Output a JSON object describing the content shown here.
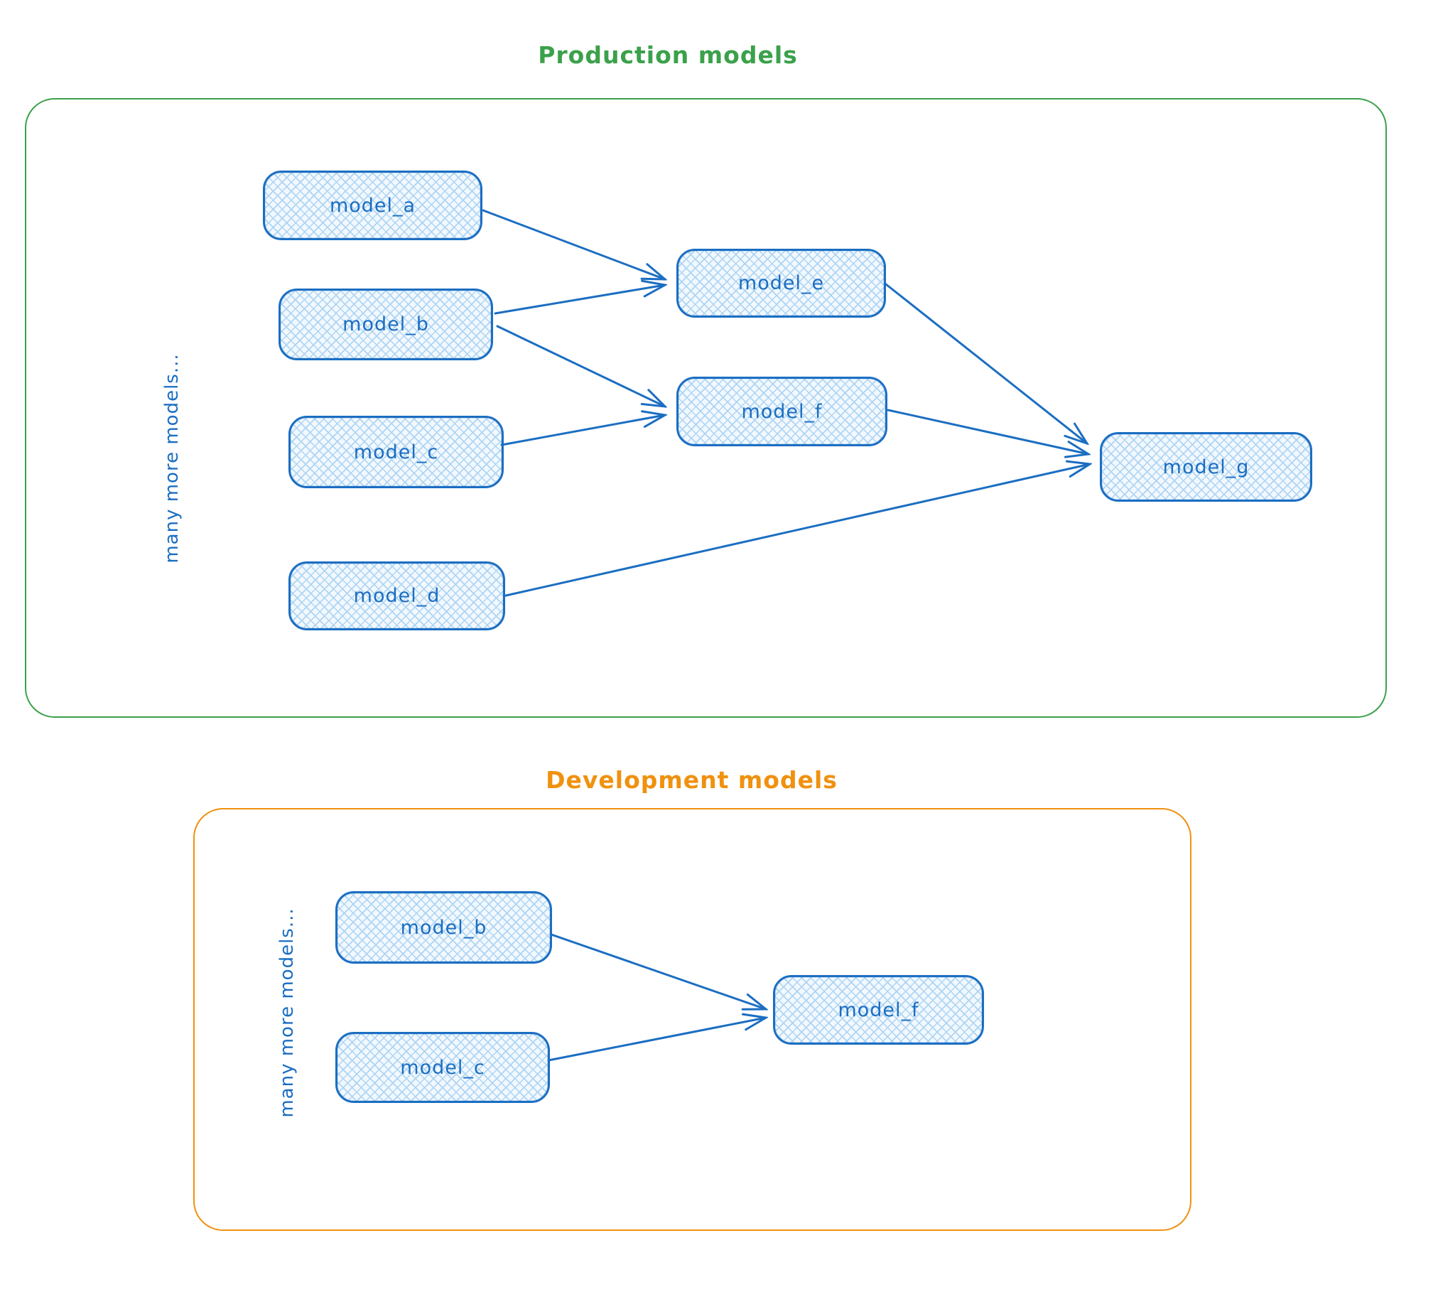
{
  "colors": {
    "blue": "#1b6ec2",
    "hatch": "#aed4f2",
    "box_fill": "#f1f8fe",
    "green": "#3ba14b",
    "orange": "#f0910f"
  },
  "production": {
    "title": "Production models",
    "side_label": "many more models...",
    "nodes": [
      {
        "id": "model_a",
        "label": "model_a"
      },
      {
        "id": "model_b",
        "label": "model_b"
      },
      {
        "id": "model_c",
        "label": "model_c"
      },
      {
        "id": "model_d",
        "label": "model_d"
      },
      {
        "id": "model_e",
        "label": "model_e"
      },
      {
        "id": "model_f",
        "label": "model_f"
      },
      {
        "id": "model_g",
        "label": "model_g"
      }
    ],
    "edges": [
      {
        "from": "model_a",
        "to": "model_e"
      },
      {
        "from": "model_b",
        "to": "model_e"
      },
      {
        "from": "model_b",
        "to": "model_f"
      },
      {
        "from": "model_c",
        "to": "model_f"
      },
      {
        "from": "model_e",
        "to": "model_g"
      },
      {
        "from": "model_f",
        "to": "model_g"
      },
      {
        "from": "model_d",
        "to": "model_g"
      }
    ]
  },
  "development": {
    "title": "Development models",
    "side_label": "many more models...",
    "nodes": [
      {
        "id": "model_b",
        "label": "model_b"
      },
      {
        "id": "model_c",
        "label": "model_c"
      },
      {
        "id": "model_f",
        "label": "model_f"
      }
    ],
    "edges": [
      {
        "from": "model_b",
        "to": "model_f"
      },
      {
        "from": "model_c",
        "to": "model_f"
      }
    ]
  }
}
